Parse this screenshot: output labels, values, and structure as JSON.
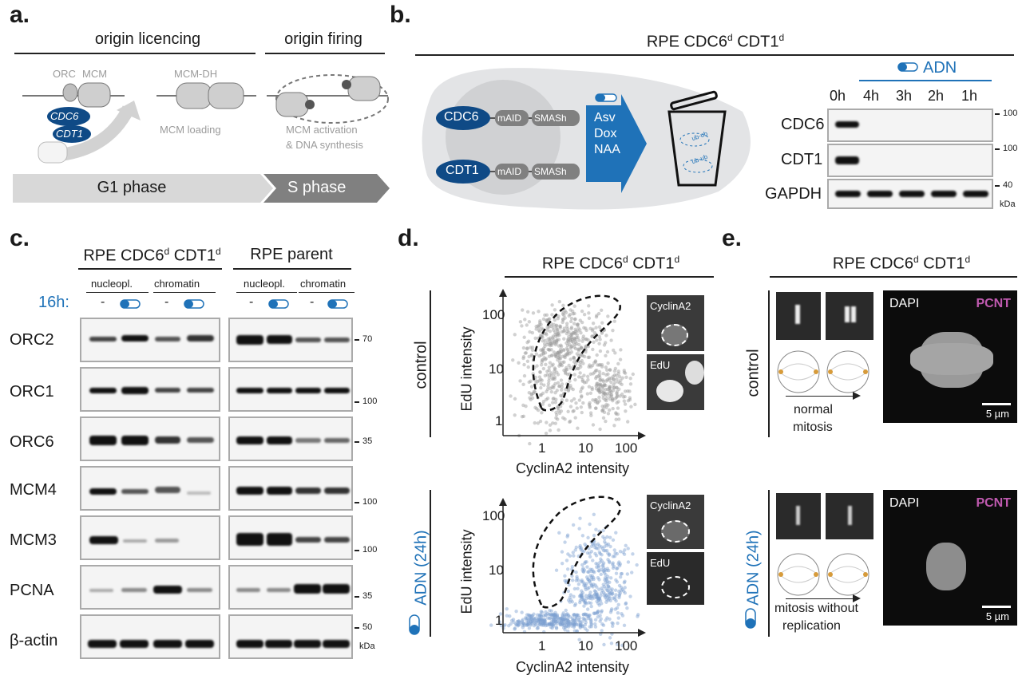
{
  "panels": {
    "a": {
      "letter": "a.",
      "origin_licencing": "origin licencing",
      "origin_firing": "origin firing",
      "orc": "ORC",
      "mcm": "MCM",
      "mcm_dh": "MCM-DH",
      "cdc6": "CDC6",
      "cdt1": "CDT1",
      "mcm_loading": "MCM loading",
      "mcm_activation_1": "MCM activation",
      "mcm_activation_2": "& DNA synthesis",
      "g1_phase": "G1 phase",
      "s_phase": "S phase"
    },
    "b": {
      "letter": "b.",
      "title_main": "RPE CDC6",
      "title_sup": "d",
      "title_mid": " CDT1",
      "cdc6": "CDC6",
      "cdt1": "CDT1",
      "maid": "mAID",
      "smash": "SMASh",
      "drugs": [
        "Asv",
        "Dox",
        "NAA"
      ],
      "ubub": "ub-ub",
      "adn": "ADN",
      "timepoints": [
        "0h",
        "4h",
        "3h",
        "2h",
        "1h"
      ],
      "rows": [
        "CDC6",
        "CDT1",
        "GAPDH"
      ],
      "markers": [
        "100",
        "100",
        "40"
      ],
      "kda": "kDa"
    },
    "c": {
      "letter": "c.",
      "group1_main": "RPE CDC6",
      "group1_mid": " CDT1",
      "sup": "d",
      "group2": "RPE parent",
      "nucleopl": "nucleopl.",
      "chromatin": "chromatin",
      "treat_label": "16h:",
      "minus": "-",
      "rows": [
        "ORC2",
        "ORC1",
        "ORC6",
        "MCM4",
        "MCM3",
        "PCNA",
        "β-actin"
      ],
      "markers": [
        "70",
        "100",
        "35",
        "100",
        "100",
        "35",
        "50"
      ],
      "kda": "kDa"
    },
    "d": {
      "letter": "d.",
      "title_main": "RPE CDC6",
      "title_mid": " CDT1",
      "sup": "d",
      "control": "control",
      "adn24": "ADN (24h)",
      "ylabel": "EdU intensity",
      "xlabel": "CyclinA2 intensity",
      "yticks": [
        "1",
        "10",
        "100"
      ],
      "xticks": [
        "1",
        "10",
        "100"
      ],
      "cyclina2": "CyclinA2",
      "edu": "EdU"
    },
    "e": {
      "letter": "e.",
      "title_main": "RPE CDC6",
      "title_mid": " CDT1",
      "sup": "d",
      "control": "control",
      "adn24": "ADN (24h)",
      "dapi": "DAPI",
      "pcnt": "PCNT",
      "scale": "5 µm",
      "normal_1": "normal",
      "normal_2": "mitosis",
      "without_1": "mitosis without",
      "without_2": "replication"
    }
  },
  "colors": {
    "accent_blue": "#1f72b8",
    "navy": "#0f4a86",
    "pcnt_magenta": "#c05ab0",
    "scatter_gray": "#9a9a9a",
    "scatter_blue": "#7c9fd0"
  }
}
